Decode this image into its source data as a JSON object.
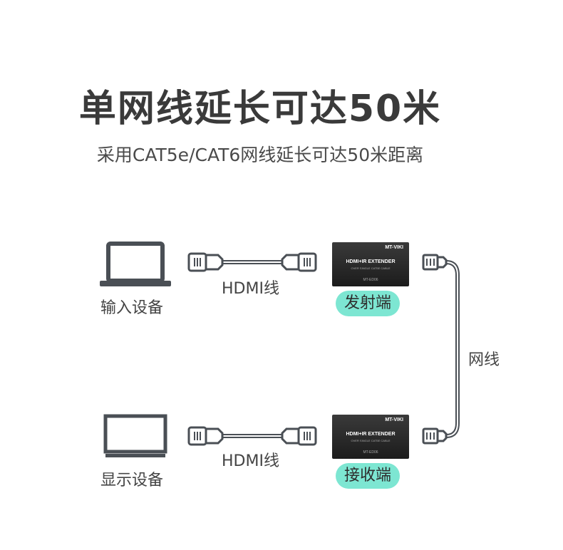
{
  "title": "单网线延长可达50米",
  "subtitle": "采用CAT5e/CAT6网线延长可达50米距离",
  "input_device": {
    "label": "输入设备",
    "icon": "laptop-icon"
  },
  "display_device": {
    "label": "显示设备",
    "icon": "monitor-icon"
  },
  "top_cable": {
    "label": "HDMI线",
    "icon": "hdmi-cable-icon"
  },
  "bottom_cable": {
    "label": "HDMI线",
    "icon": "hdmi-cable-icon"
  },
  "transmitter": {
    "label": "发射端",
    "brand": "MT-VIKI",
    "model": "HDMI+IR EXTENDER",
    "sub": "OVER SINGLE CAT5E CABLE",
    "foot": "MT-ED06"
  },
  "receiver": {
    "label": "接收端",
    "brand": "MT-VIKI",
    "model": "HDMI+IR EXTENDER",
    "sub": "OVER SINGLE CAT5E CABLE",
    "foot": "MT-ED06"
  },
  "network_cable": {
    "label": "网线",
    "icon": "ethernet-cable-icon"
  },
  "colors": {
    "accent": "#7de6d2",
    "text": "#3a3a3a",
    "icon": "#4a4f55"
  }
}
